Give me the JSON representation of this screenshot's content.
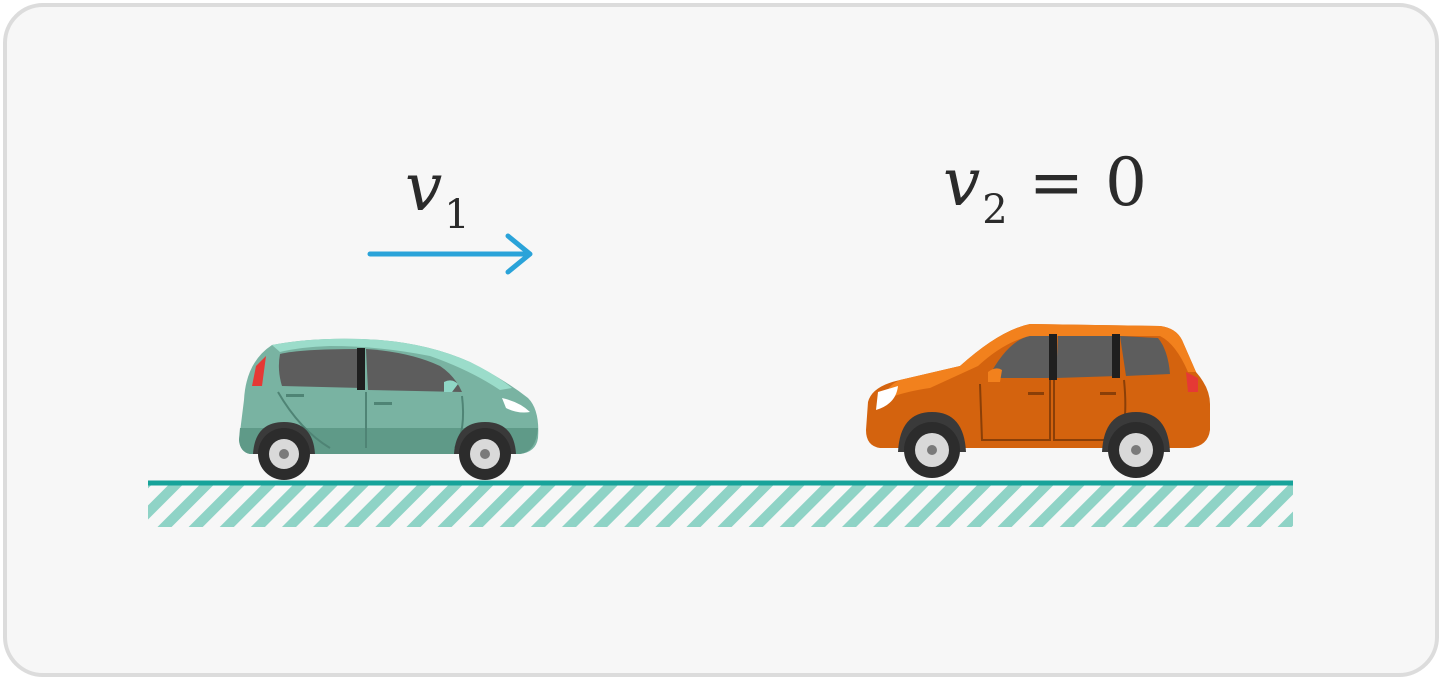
{
  "car1": {
    "velocity_symbol": "v",
    "velocity_subscript": "1",
    "body_color": "#79b3a2",
    "roof_color": "#8fd6c6",
    "icon": "compact-car-icon"
  },
  "car2": {
    "velocity_symbol": "v",
    "velocity_subscript": "2",
    "velocity_value_text": " = 0",
    "body_color": "#d4630e",
    "roof_color": "#f2811d",
    "icon": "suv-car-icon"
  },
  "arrow": {
    "color": "#2aa3d9",
    "icon": "right-arrow-icon"
  },
  "ground": {
    "line_color": "#17a39a",
    "hatch_color": "#8fd3c6"
  }
}
